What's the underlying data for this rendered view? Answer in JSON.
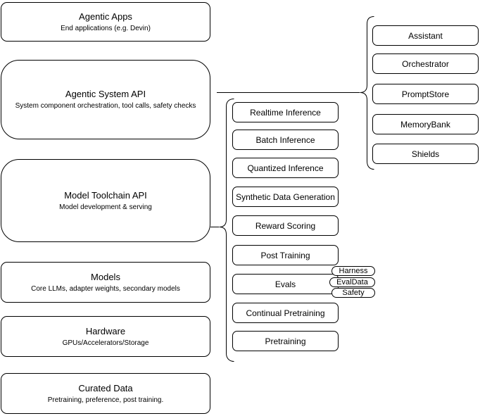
{
  "diagram": {
    "stack": [
      {
        "title": "Agentic Apps",
        "subtitle": "End applications (e.g. Devin)"
      },
      {
        "title": "Agentic System API",
        "subtitle": "System component orchestration, tool calls, safety checks"
      },
      {
        "title": "Model Toolchain API",
        "subtitle": "Model development & serving"
      },
      {
        "title": "Models",
        "subtitle": "Core LLMs, adapter weights, secondary models"
      },
      {
        "title": "Hardware",
        "subtitle": "GPUs/Accelerators/Storage"
      },
      {
        "title": "Curated Data",
        "subtitle": "Pretraining, preference, post training."
      }
    ],
    "toolchain_components": [
      "Realtime Inference",
      "Batch Inference",
      "Quantized Inference",
      "Synthetic Data Generation",
      "Reward Scoring",
      "Post Training",
      "Evals",
      "Continual Pretraining",
      "Pretraining"
    ],
    "evals_tags": [
      "Harness",
      "EvalData",
      "Safety"
    ],
    "system_components": [
      "Assistant",
      "Orchestrator",
      "PromptStore",
      "MemoryBank",
      "Shields"
    ],
    "colors": {
      "background": "#ffffff",
      "stroke": "#000000",
      "text": "#000000"
    }
  }
}
